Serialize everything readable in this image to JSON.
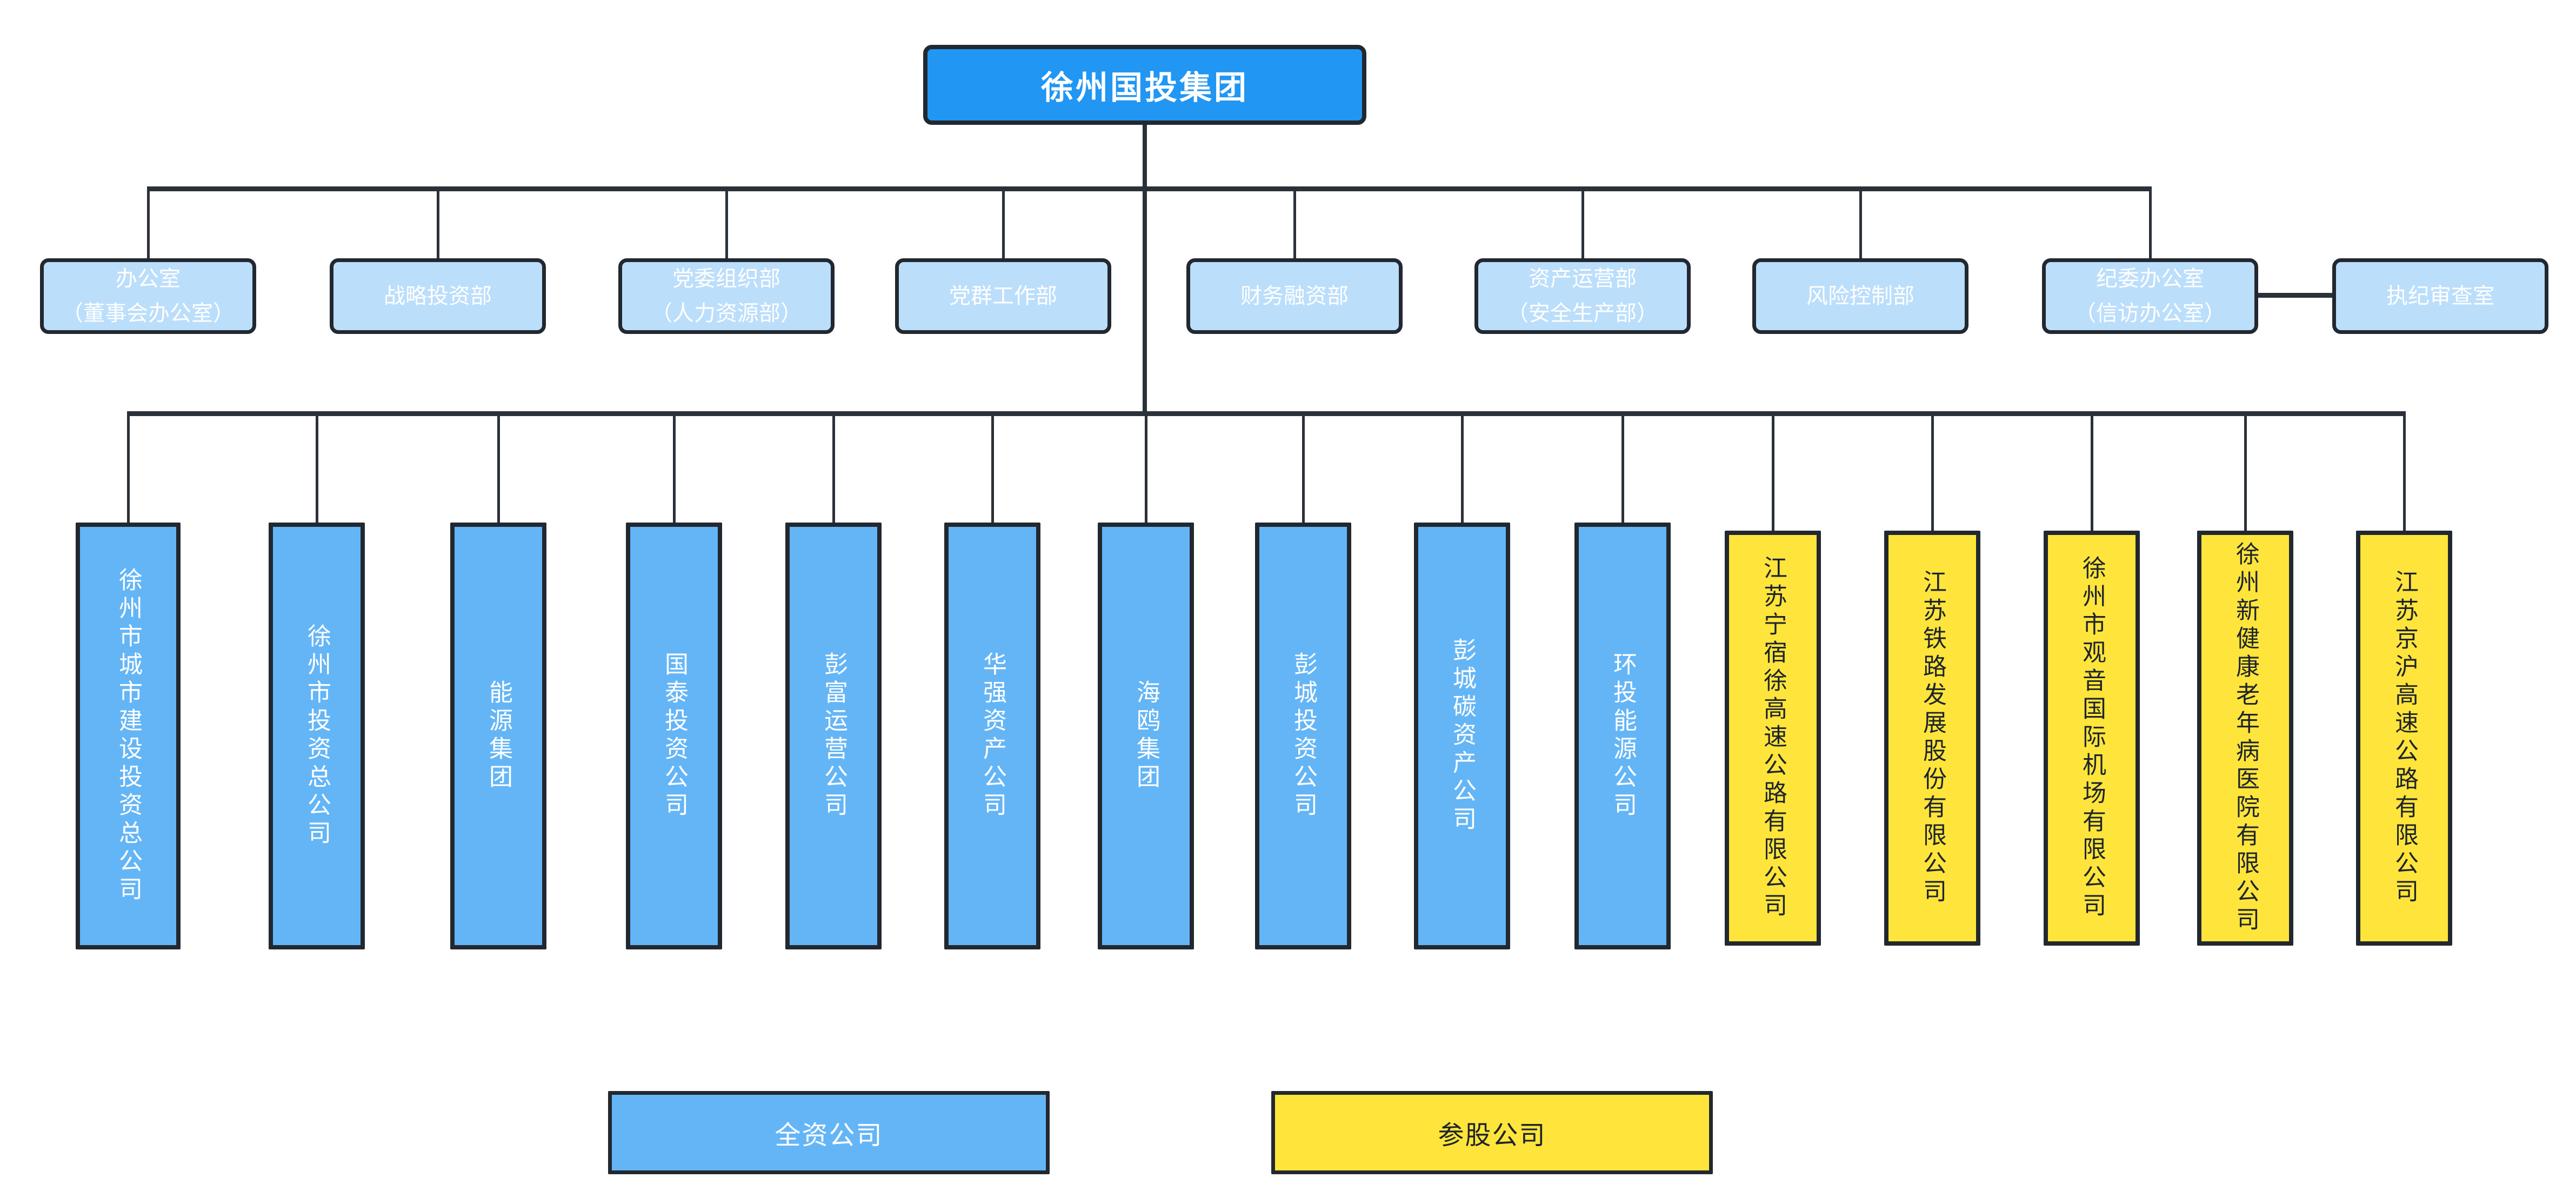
{
  "org": {
    "root": {
      "label": "徐州国投集团"
    },
    "departments": [
      {
        "line1": "办公室",
        "line2": "（董事会办公室）"
      },
      {
        "line1": "战略投资部"
      },
      {
        "line1": "党委组织部",
        "line2": "（人力资源部）"
      },
      {
        "line1": "党群工作部"
      },
      {
        "line1": "财务融资部"
      },
      {
        "line1": "资产运营部",
        "line2": "（安全生产部）"
      },
      {
        "line1": "风险控制部"
      },
      {
        "line1": "纪委办公室",
        "line2": "（信访办公室）"
      },
      {
        "line1": "执纪审查室"
      }
    ],
    "wholly_owned": [
      "徐州市城市建设投资总公司",
      "徐州市投资总公司",
      "能源集团",
      "国泰投资公司",
      "彭富运营公司",
      "华强资产公司",
      "海鸥集团",
      "彭城投资公司",
      "彭城碳资产公司",
      "环投能源公司"
    ],
    "partial_stake": [
      "江苏宁宿徐高速公路有限公司",
      "江苏铁路发展股份有限公司",
      "徐州市观音国际机场有限公司",
      "徐州新健康老年病医院有限公司",
      "江苏京沪高速公路有限公司"
    ],
    "legend": {
      "wholly_owned": {
        "label": "全资公司",
        "color": "#64B5F6"
      },
      "partial_stake": {
        "label": "参股公司",
        "color": "#FFE53B"
      }
    },
    "colors": {
      "root_fill": "#2196F3",
      "department_fill": "#BBDEFB",
      "wholly_owned_fill": "#64B5F6",
      "partial_stake_fill": "#FFE53B",
      "line": "#2B3138",
      "border": "#22282F",
      "text_light": "#FFFFFF",
      "text_dark": "#1E242B"
    }
  }
}
